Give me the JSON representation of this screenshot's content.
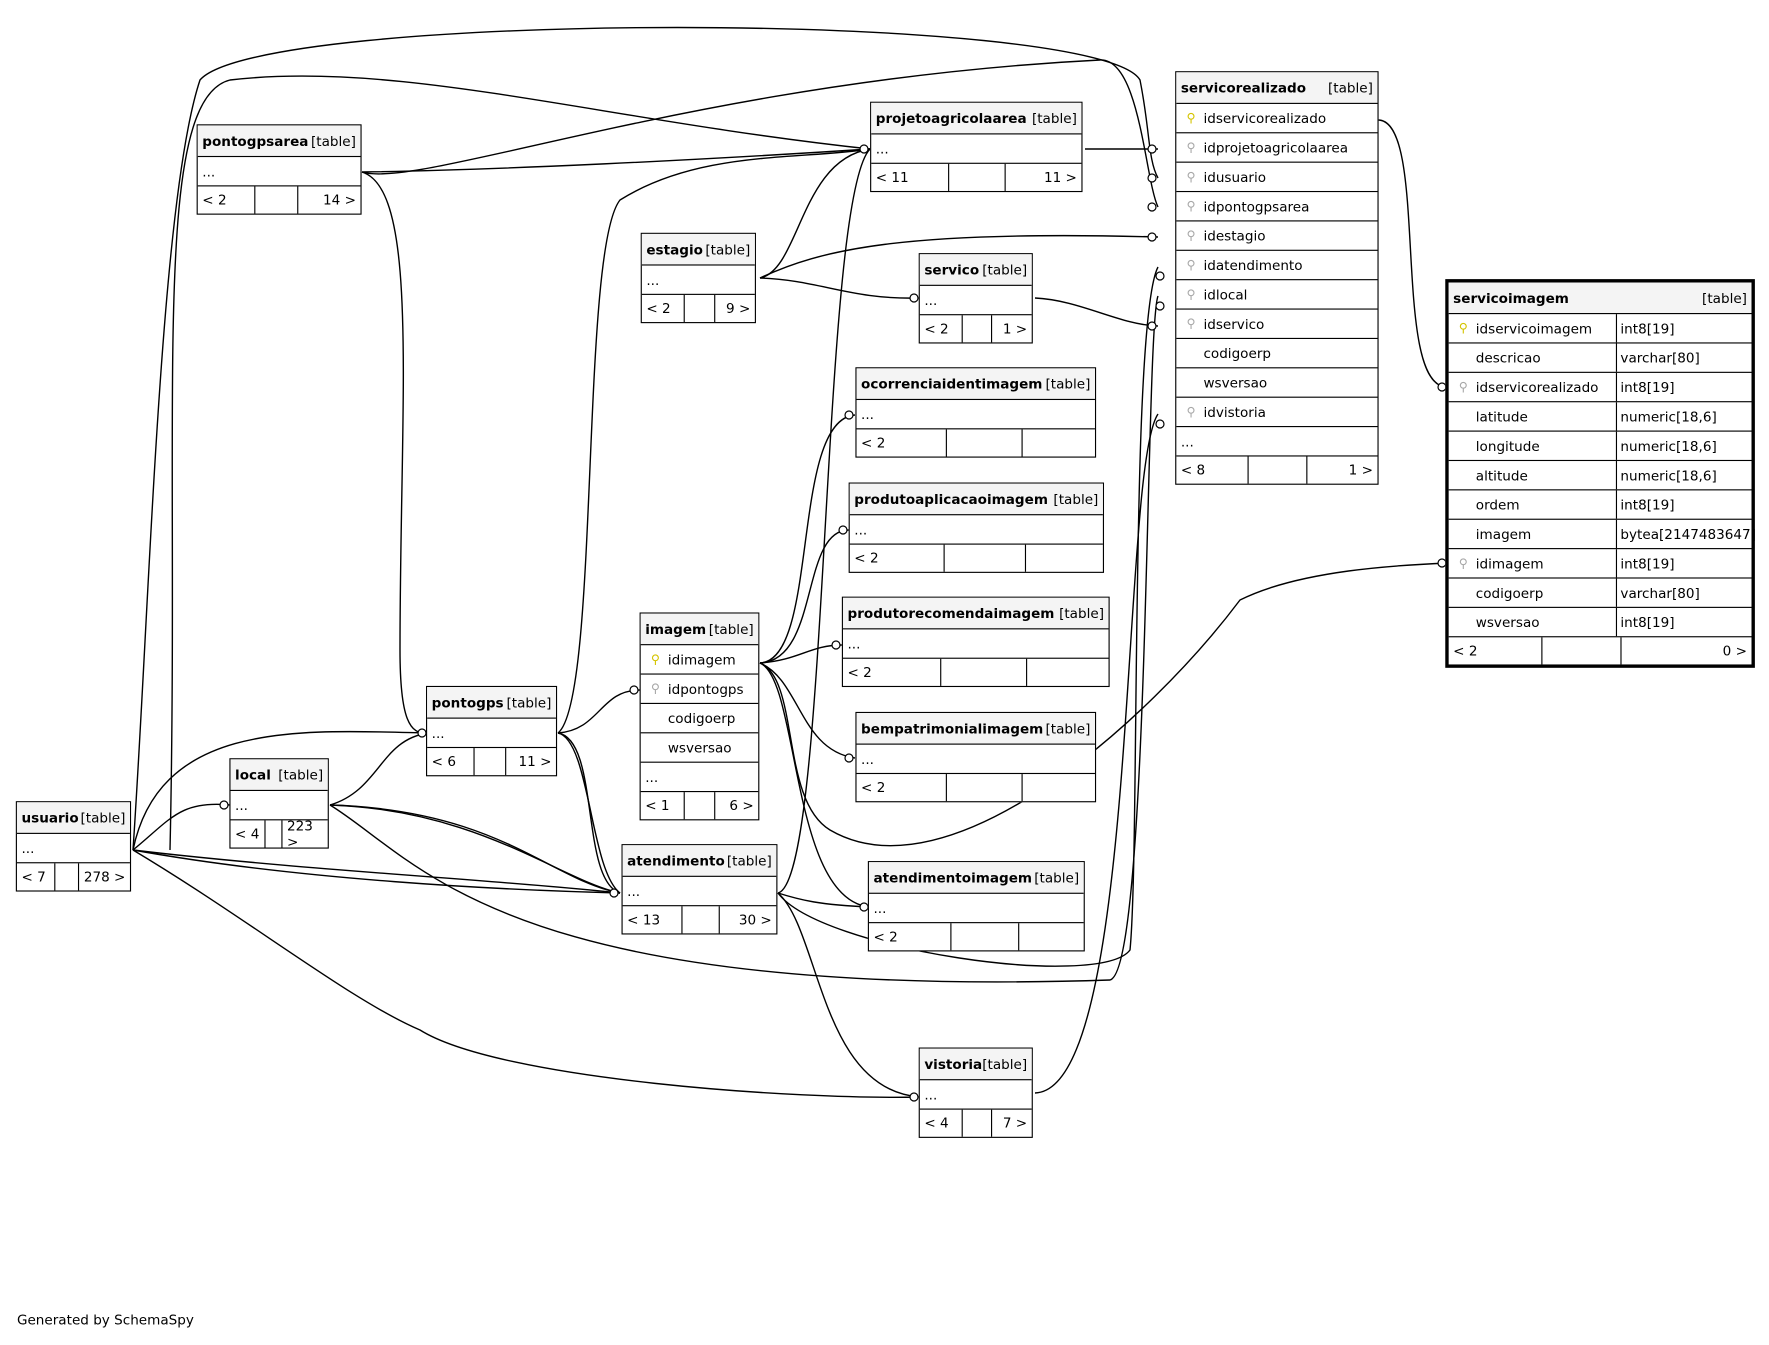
{
  "footer": {
    "generated_by": "Generated by SchemaSpy"
  },
  "tables": [
    {
      "id": "pontogpsarea",
      "name": "pontogpsarea",
      "tag": "[table]",
      "ellipsis": "...",
      "left": "< 2",
      "right": "14 >"
    },
    {
      "id": "projetoagricolaarea",
      "name": "projetoagricolaarea",
      "tag": "[table]",
      "ellipsis": "...",
      "left": "< 11",
      "right": "11 >"
    },
    {
      "id": "estagio",
      "name": "estagio",
      "tag": "[table]",
      "ellipsis": "...",
      "left": "< 2",
      "right": "9 >"
    },
    {
      "id": "servico",
      "name": "servico",
      "tag": "[table]",
      "ellipsis": "...",
      "left": "< 2",
      "right": "1 >"
    },
    {
      "id": "ocorrenciaidentimagem",
      "name": "ocorrenciaidentimagem",
      "tag": "[table]",
      "ellipsis": "...",
      "left": "< 2",
      "right": ""
    },
    {
      "id": "produtoaplicacaoimagem",
      "name": "produtoaplicacaoimagem",
      "tag": "[table]",
      "ellipsis": "...",
      "left": "< 2",
      "right": ""
    },
    {
      "id": "produtorecomendaimagem",
      "name": "produtorecomendaimagem",
      "tag": "[table]",
      "ellipsis": "...",
      "left": "< 2",
      "right": ""
    },
    {
      "id": "bempatrimonialimagem",
      "name": "bempatrimonialimagem",
      "tag": "[table]",
      "ellipsis": "...",
      "left": "< 2",
      "right": ""
    },
    {
      "id": "pontogps",
      "name": "pontogps",
      "tag": "[table]",
      "ellipsis": "...",
      "left": "< 6",
      "right": "11 >"
    },
    {
      "id": "local",
      "name": "local",
      "tag": "[table]",
      "ellipsis": "...",
      "left": "< 4",
      "right": "223 >"
    },
    {
      "id": "usuario",
      "name": "usuario",
      "tag": "[table]",
      "ellipsis": "...",
      "left": "< 7",
      "right": "278 >"
    },
    {
      "id": "atendimento",
      "name": "atendimento",
      "tag": "[table]",
      "ellipsis": "...",
      "left": "< 13",
      "right": "30 >"
    },
    {
      "id": "atendimentoimagem",
      "name": "atendimentoimagem",
      "tag": "[table]",
      "ellipsis": "...",
      "left": "< 2",
      "right": ""
    },
    {
      "id": "vistoria",
      "name": "vistoria",
      "tag": "[table]",
      "ellipsis": "...",
      "left": "< 4",
      "right": "7 >"
    },
    {
      "id": "imagem",
      "name": "imagem",
      "tag": "[table]",
      "ellipsis": "...",
      "left": "< 1",
      "right": "6 >",
      "columns": [
        {
          "name": "idimagem",
          "key": "pk"
        },
        {
          "name": "idpontogps",
          "key": "fk"
        },
        {
          "name": "codigoerp",
          "key": "none"
        },
        {
          "name": "wsversao",
          "key": "none"
        }
      ]
    },
    {
      "id": "servicorealizado",
      "name": "servicorealizado",
      "tag": "[table]",
      "ellipsis": "...",
      "left": "< 8",
      "right": "1 >",
      "columns": [
        {
          "name": "idservicorealizado",
          "key": "pk"
        },
        {
          "name": "idprojetoagricolaarea",
          "key": "fk"
        },
        {
          "name": "idusuario",
          "key": "fk"
        },
        {
          "name": "idpontogpsarea",
          "key": "fk"
        },
        {
          "name": "idestagio",
          "key": "fk"
        },
        {
          "name": "idatendimento",
          "key": "fk"
        },
        {
          "name": "idlocal",
          "key": "fk"
        },
        {
          "name": "idservico",
          "key": "fk"
        },
        {
          "name": "codigoerp",
          "key": "none"
        },
        {
          "name": "wsversao",
          "key": "none"
        },
        {
          "name": "idvistoria",
          "key": "fk"
        }
      ]
    },
    {
      "id": "servicoimagem",
      "name": "servicoimagem",
      "tag": "[table]",
      "ellipsis": "",
      "left": "< 2",
      "right": "0 >",
      "columns": [
        {
          "name": "idservicoimagem",
          "key": "pk",
          "type": "int8[19]"
        },
        {
          "name": "descricao",
          "key": "none",
          "type": "varchar[80]"
        },
        {
          "name": "idservicorealizado",
          "key": "fk",
          "type": "int8[19]"
        },
        {
          "name": "latitude",
          "key": "none",
          "type": "numeric[18,6]"
        },
        {
          "name": "longitude",
          "key": "none",
          "type": "numeric[18,6]"
        },
        {
          "name": "altitude",
          "key": "none",
          "type": "numeric[18,6]"
        },
        {
          "name": "ordem",
          "key": "none",
          "type": "int8[19]"
        },
        {
          "name": "imagem",
          "key": "none",
          "type": "bytea[2147483647]"
        },
        {
          "name": "idimagem",
          "key": "fk",
          "type": "int8[19]"
        },
        {
          "name": "codigoerp",
          "key": "none",
          "type": "varchar[80]"
        },
        {
          "name": "wsversao",
          "key": "none",
          "type": "int8[19]"
        }
      ]
    }
  ],
  "relationships": [
    {
      "from": "projetoagricolaarea",
      "to": "servicorealizado.idprojetoagricolaarea"
    },
    {
      "from": "usuario",
      "to": "servicorealizado.idusuario"
    },
    {
      "from": "pontogpsarea",
      "to": "servicorealizado.idpontogpsarea"
    },
    {
      "from": "estagio",
      "to": "servicorealizado.idestagio"
    },
    {
      "from": "atendimento",
      "to": "servicorealizado.idatendimento"
    },
    {
      "from": "local",
      "to": "servicorealizado.idlocal"
    },
    {
      "from": "servico",
      "to": "servicorealizado.idservico"
    },
    {
      "from": "vistoria",
      "to": "servicorealizado.idvistoria"
    },
    {
      "from": "servicorealizado",
      "to": "servicoimagem.idservicorealizado"
    },
    {
      "from": "imagem",
      "to": "servicoimagem.idimagem"
    },
    {
      "from": "pontogps",
      "to": "imagem.idpontogps"
    },
    {
      "from": "usuario",
      "to": "projetoagricolaarea"
    },
    {
      "from": "pontogpsarea",
      "to": "projetoagricolaarea"
    },
    {
      "from": "estagio",
      "to": "projetoagricolaarea"
    },
    {
      "from": "pontogps",
      "to": "projetoagricolaarea"
    },
    {
      "from": "atendimento",
      "to": "projetoagricolaarea"
    },
    {
      "from": "estagio",
      "to": "servico"
    },
    {
      "from": "imagem",
      "to": "ocorrenciaidentimagem"
    },
    {
      "from": "imagem",
      "to": "produtoaplicacaoimagem"
    },
    {
      "from": "imagem",
      "to": "produtorecomendaimagem"
    },
    {
      "from": "imagem",
      "to": "bempatrimonialimagem"
    },
    {
      "from": "imagem",
      "to": "atendimentoimagem"
    },
    {
      "from": "atendimento",
      "to": "atendimentoimagem"
    },
    {
      "from": "usuario",
      "to": "pontogps"
    },
    {
      "from": "local",
      "to": "pontogps"
    },
    {
      "from": "pontogpsarea",
      "to": "pontogps"
    },
    {
      "from": "usuario",
      "to": "local"
    },
    {
      "from": "usuario",
      "to": "atendimento"
    },
    {
      "from": "local",
      "to": "atendimento"
    },
    {
      "from": "pontogps",
      "to": "atendimento"
    },
    {
      "from": "usuario",
      "to": "vistoria"
    },
    {
      "from": "atendimento",
      "to": "vistoria"
    }
  ]
}
